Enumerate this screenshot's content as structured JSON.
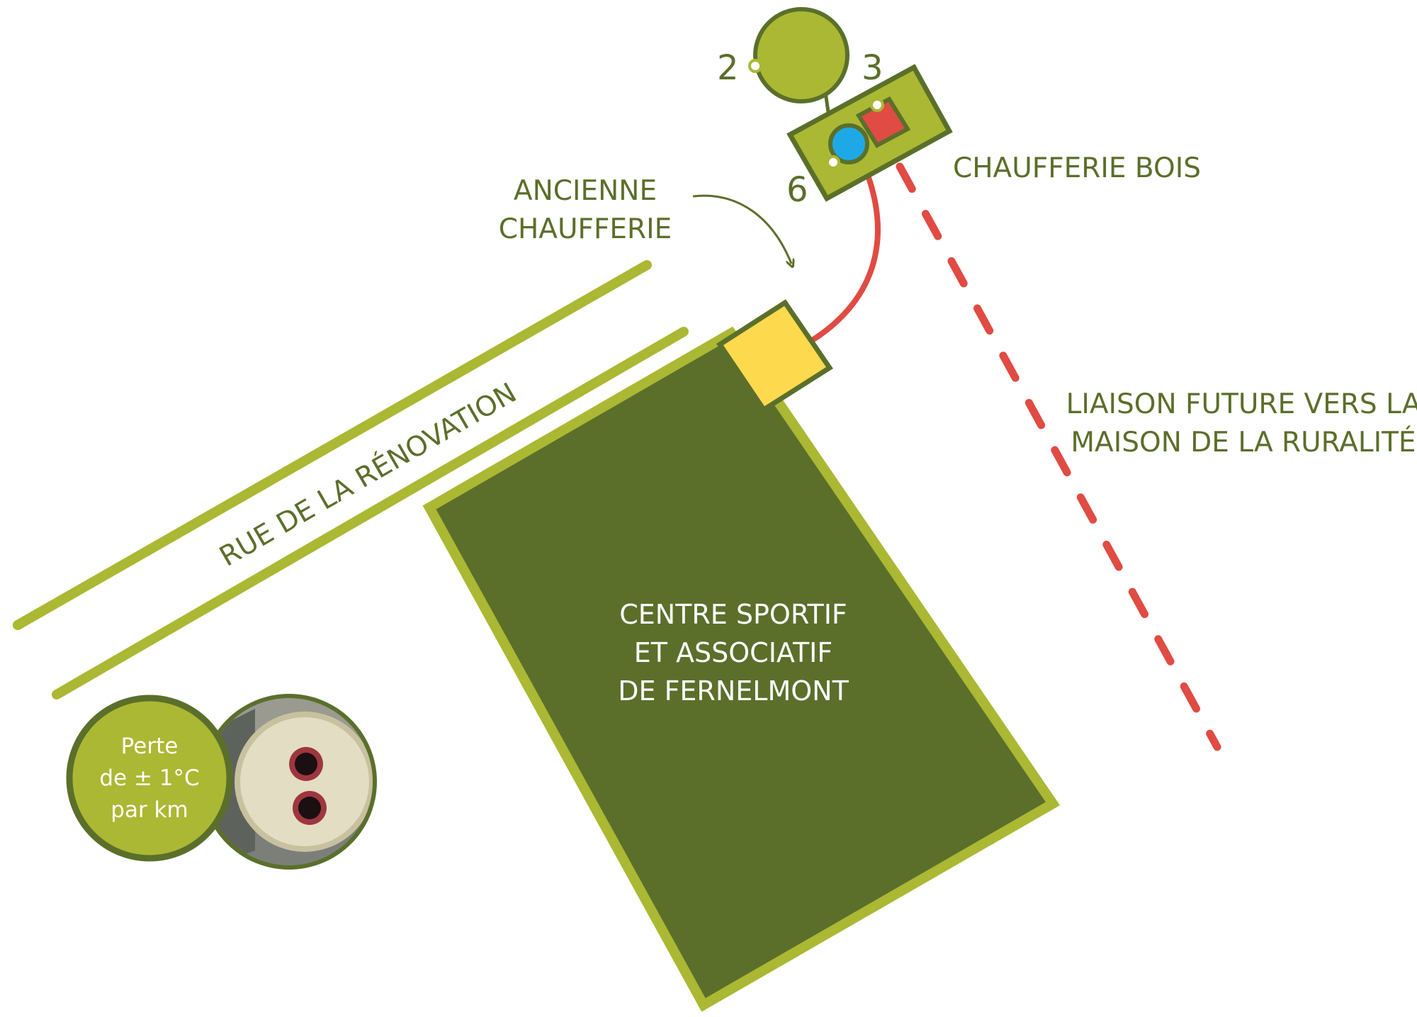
{
  "colors": {
    "dark_green": "#5b6f2b",
    "light_green": "#abb833",
    "label_green": "#5c6e2a",
    "yellow": "#fdd94e",
    "red": "#e04b43",
    "blue": "#1ea9e6"
  },
  "labels": {
    "street": "RUE DE LA RÉNOVATION",
    "old_boiler_room": [
      "ANCIENNE",
      "CHAUFFERIE"
    ],
    "wood_boiler_room": "CHAUFFERIE BOIS",
    "future_link": [
      "LIAISON FUTURE VERS LA",
      "MAISON DE LA RURALITÉ"
    ],
    "sports_center": [
      "CENTRE SPORTIF",
      "ET ASSOCIATIF",
      "DE FERNELMONT"
    ],
    "point_2": "2",
    "point_3": "3",
    "point_6": "6",
    "heat_loss": [
      "Perte",
      "de ± 1°C",
      "par km"
    ]
  },
  "icons": {
    "silo": "silo-circle-icon",
    "pump": "pump-circle-icon",
    "boiler": "boiler-square-icon",
    "pipe_photo": "pipe-cross-section-icon"
  }
}
